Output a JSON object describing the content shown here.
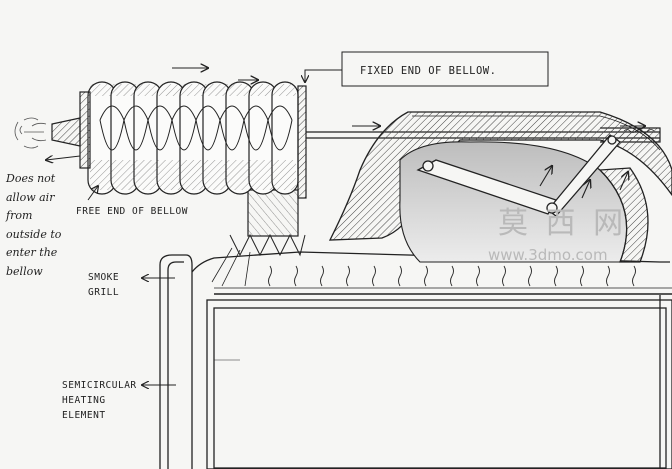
{
  "labels": {
    "fixed_end": "FIXED END OF BELLOW.",
    "free_end": "FREE END OF BELLOW",
    "air_note": [
      "Does not",
      "allow air",
      "from",
      "outside to",
      "enter the",
      "bellow"
    ],
    "smoke_grill": [
      "SMOKE",
      "GRILL"
    ],
    "heating_element": [
      "SEMICIRCULAR",
      "HEATING",
      "ELEMENT"
    ]
  },
  "watermark": {
    "characters": "莫 西 网",
    "url": "www.3dmo.com"
  }
}
